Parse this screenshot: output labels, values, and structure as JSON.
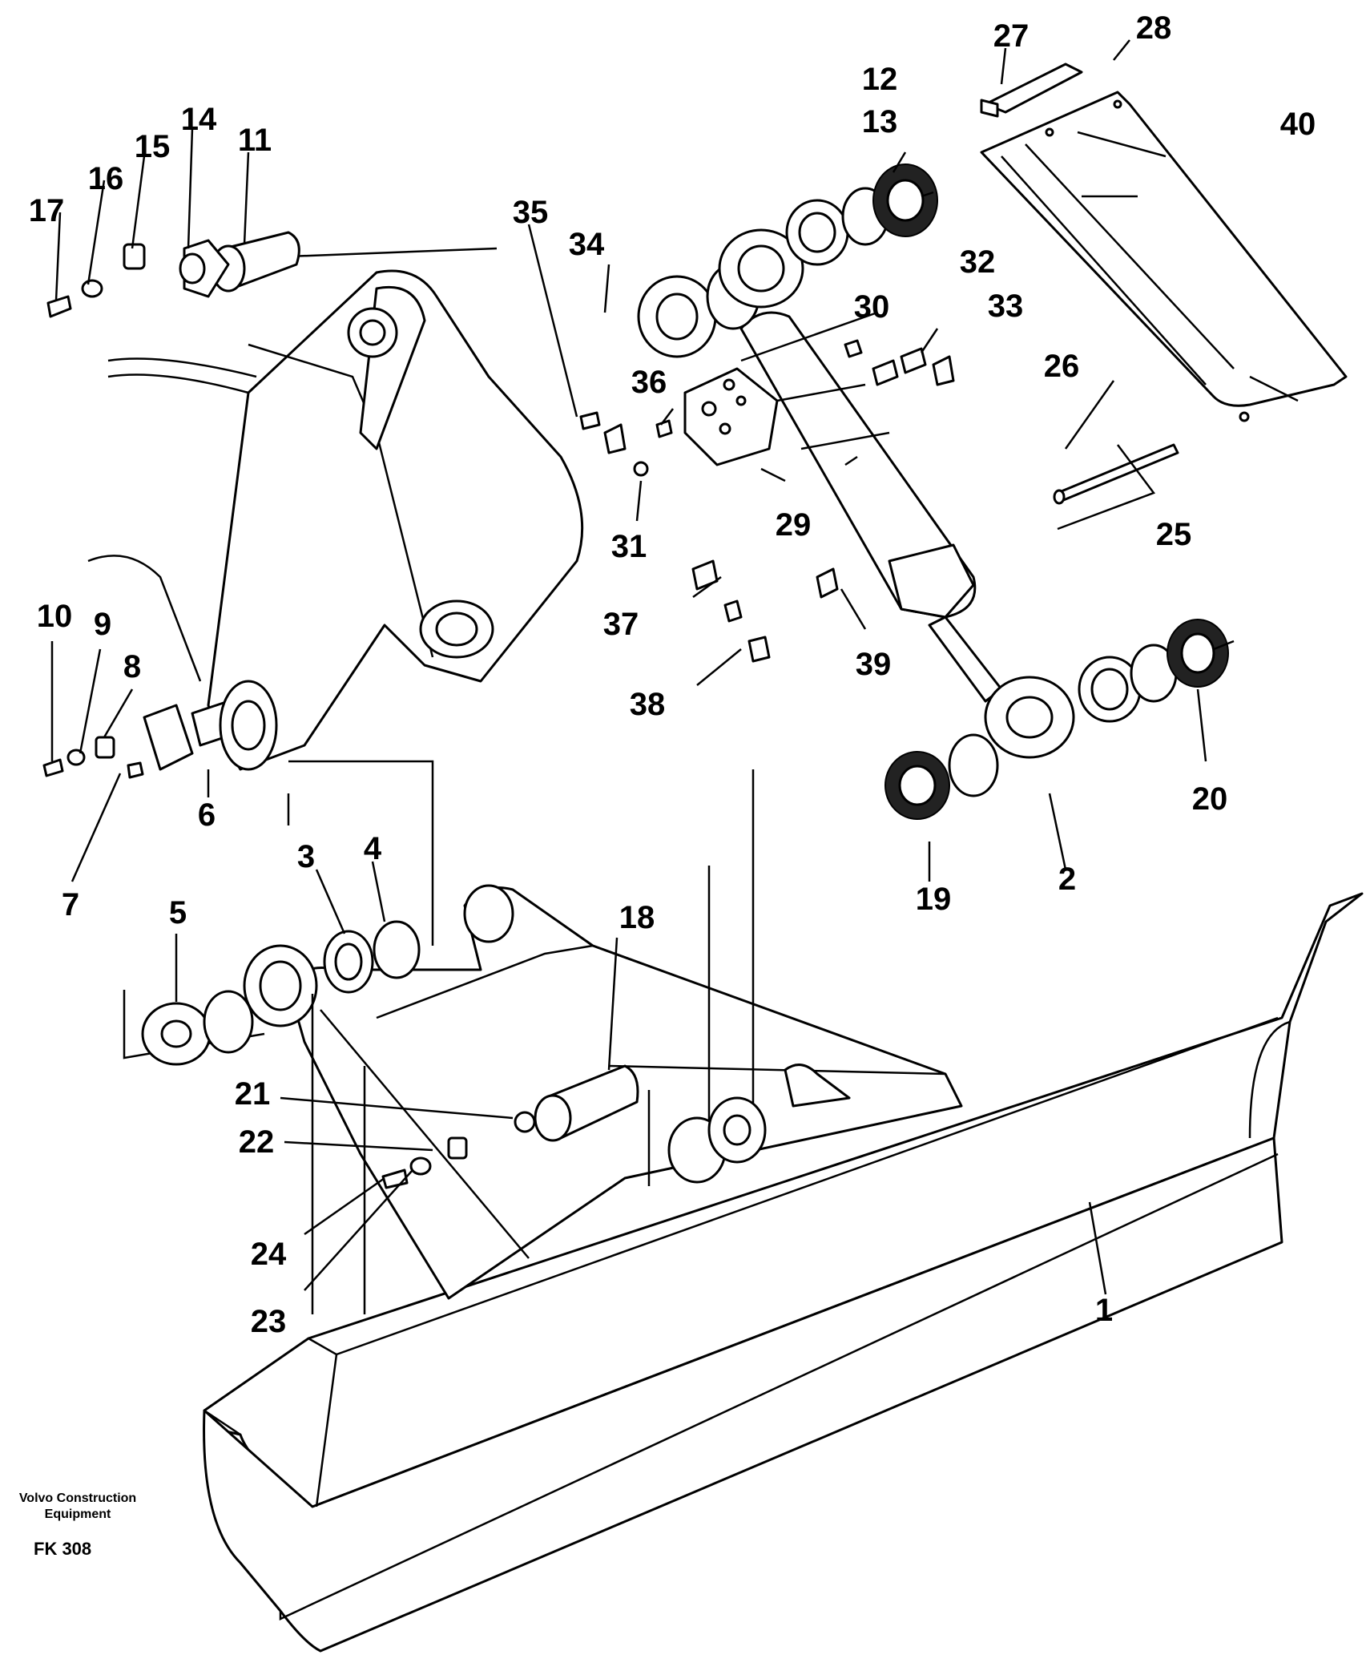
{
  "diagram": {
    "callouts": {
      "c1": "1",
      "c2": "2",
      "c3": "3",
      "c4": "4",
      "c5": "5",
      "c6": "6",
      "c7": "7",
      "c8": "8",
      "c9": "9",
      "c10": "10",
      "c11": "11",
      "c12": "12",
      "c13": "13",
      "c14": "14",
      "c15": "15",
      "c16": "16",
      "c17": "17",
      "c18": "18",
      "c19": "19",
      "c20": "20",
      "c21": "21",
      "c22": "22",
      "c23": "23",
      "c24": "24",
      "c25": "25",
      "c26": "26",
      "c27": "27",
      "c28": "28",
      "c29": "29",
      "c30": "30",
      "c31": "31",
      "c32": "32",
      "c33": "33",
      "c34": "34",
      "c35": "35",
      "c36": "36",
      "c37": "37",
      "c38": "38",
      "c39": "39",
      "c40": "40"
    }
  },
  "footer": {
    "brand_line1": "Volvo Construction",
    "brand_line2": "Equipment",
    "code": "FK 308"
  }
}
